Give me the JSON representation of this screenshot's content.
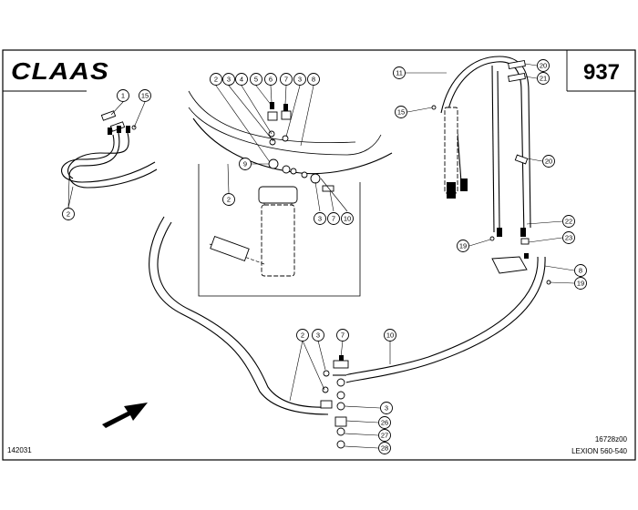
{
  "header": {
    "brand": "CLAAS",
    "page_number": "937"
  },
  "footer": {
    "left_code": "142031",
    "drawing_ref": "16728z00",
    "model": "LEXION 560-540"
  },
  "callouts": {
    "c1": "1",
    "c15a": "15",
    "c2a": "2",
    "c2b": "2",
    "c3a": "3",
    "c4": "4",
    "c5": "5",
    "c6": "6",
    "c7a": "7",
    "c3b": "3",
    "c8a": "8",
    "c9": "9",
    "c2c": "2",
    "c3c": "3",
    "c7b": "7",
    "c10a": "10",
    "c11": "11",
    "c15b": "15",
    "c20a": "20",
    "c21": "21",
    "c20b": "20",
    "c22": "22",
    "c23": "23",
    "c19a": "19",
    "c8b": "8",
    "c19b": "19",
    "c2d": "2",
    "c3d": "3",
    "c7c": "7",
    "c10b": "10",
    "c3e": "3",
    "c26": "26",
    "c27": "27",
    "c28": "28"
  }
}
